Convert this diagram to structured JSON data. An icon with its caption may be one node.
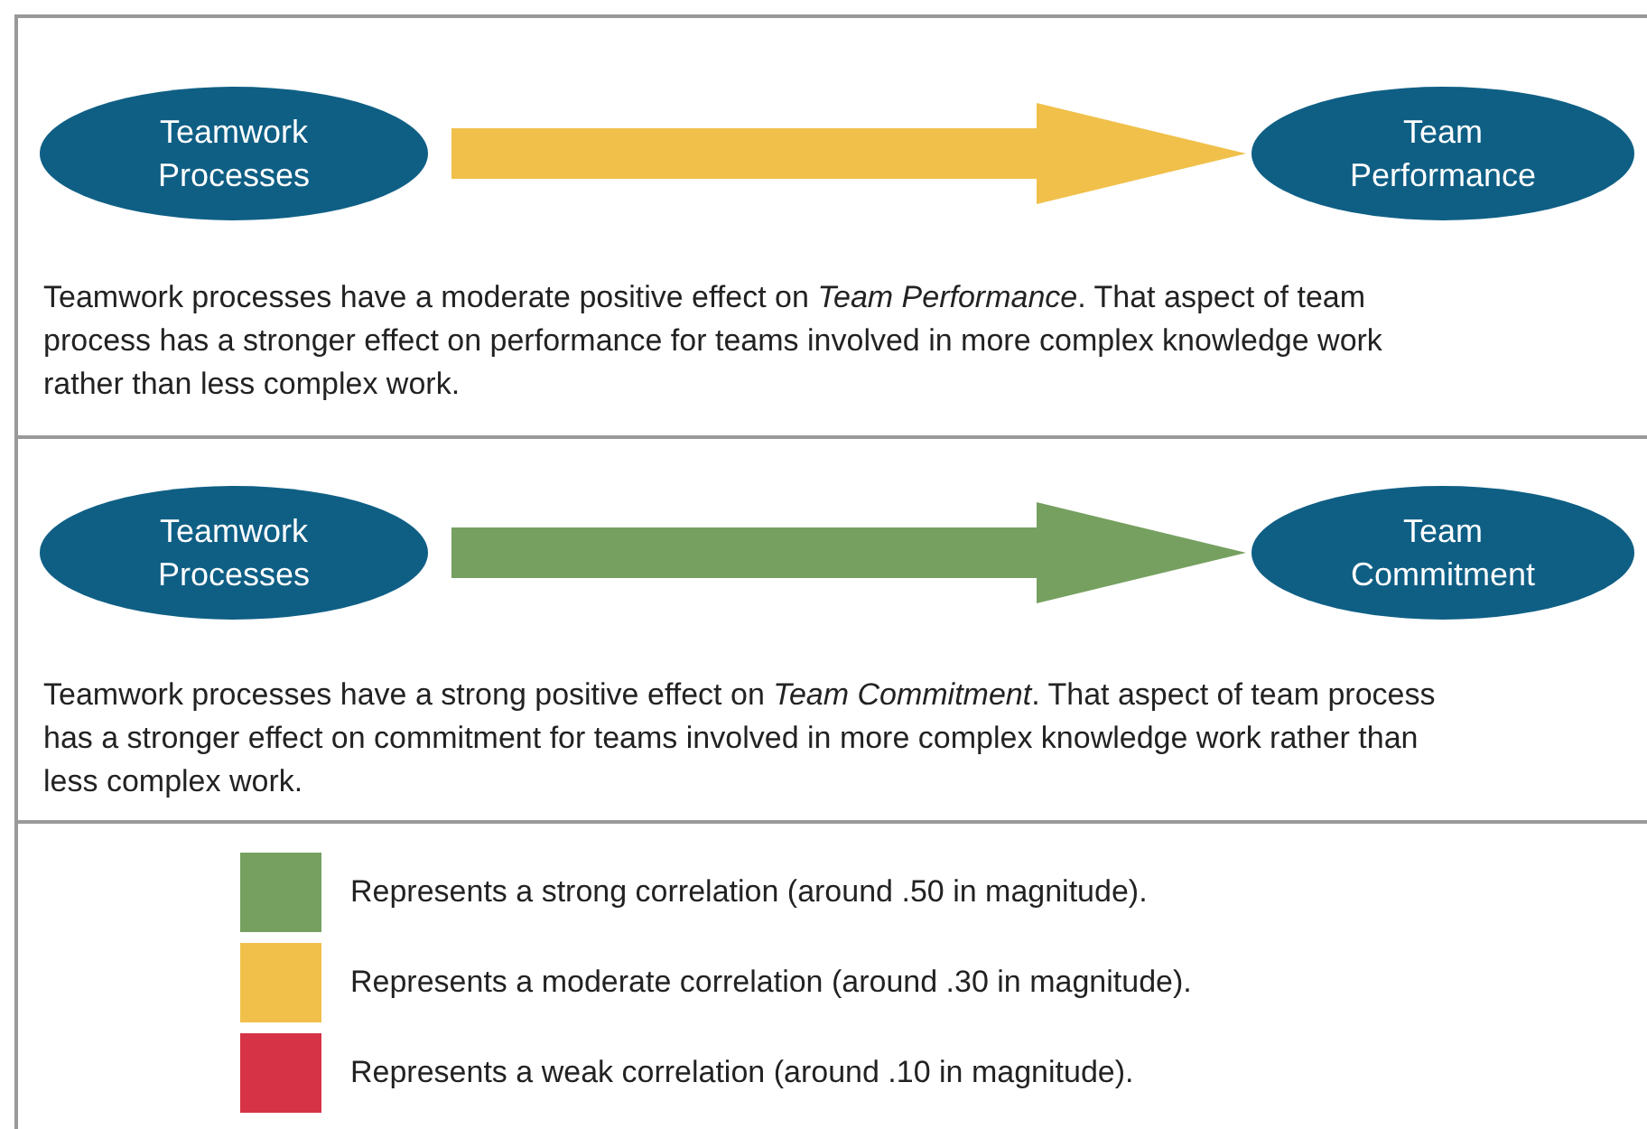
{
  "diagram": {
    "nodes": [
      {
        "text": [
          "Teamwork Processes"
        ]
      },
      {
        "text": [
          "Team Performance"
        ]
      },
      {
        "text": [
          "Teamwork Processes"
        ]
      },
      {
        "text": [
          "Team Commitment"
        ]
      }
    ],
    "edges": [
      {
        "from": 0,
        "to": 1,
        "arrow": "to",
        "color": "#f0c04a"
      },
      {
        "from": 2,
        "to": 3,
        "arrow": "to",
        "color": "#76a060"
      }
    ],
    "labels": [
      "Teamwork processes have a moderate positive effect on *Team Performance*. That aspect of team process has a stronger effect on performance for teams involved in more complex knowledge work rather than less complex work.",
      "Teamwork processes have a strong positive effect on *Team Commitment*. That aspect of team process has a stronger effect on commitment for teams involved in more complex knowledge work rather than less complex work."
    ],
    "legend": [
      {
        "text": "Represents a strong correlation (around .50 in magnitude).",
        "color": "#76a060"
      },
      {
        "text": "Represents a moderate correlation (around .30 in magnitude).",
        "color": "#f0c04a"
      },
      {
        "text": "Represents a weak correlation (around .10 in magnitude).",
        "color": "#d63347"
      }
    ]
  }
}
